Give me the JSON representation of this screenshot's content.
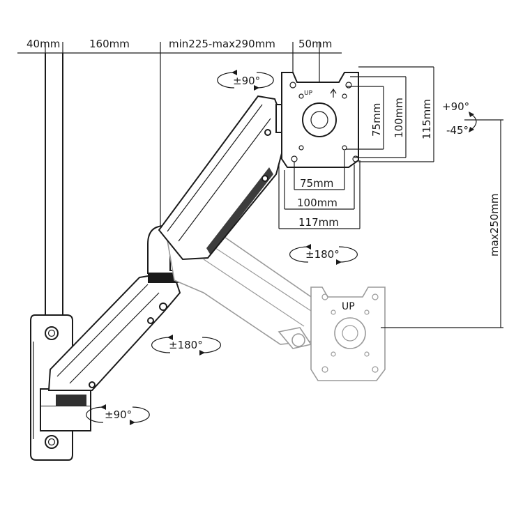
{
  "dimensions": {
    "d_40": "40mm",
    "d_160": "160mm",
    "d_arm_reach": "min225-max290mm",
    "d_50": "50mm",
    "vesa_h_75": "75mm",
    "vesa_h_100": "100mm",
    "plate_h_117": "117mm",
    "vesa_v_75": "75mm",
    "vesa_v_100": "100mm",
    "plate_v_115": "115mm",
    "height_adjust": "max250mm"
  },
  "rotations": {
    "head_rotate": "±90°",
    "tilt_up": "+90°",
    "tilt_down": "-45°",
    "upper_swivel": "±180°",
    "lower_swivel": "±180°",
    "base_swivel": "±90°"
  },
  "plate_markings": {
    "up_label": "UP"
  }
}
